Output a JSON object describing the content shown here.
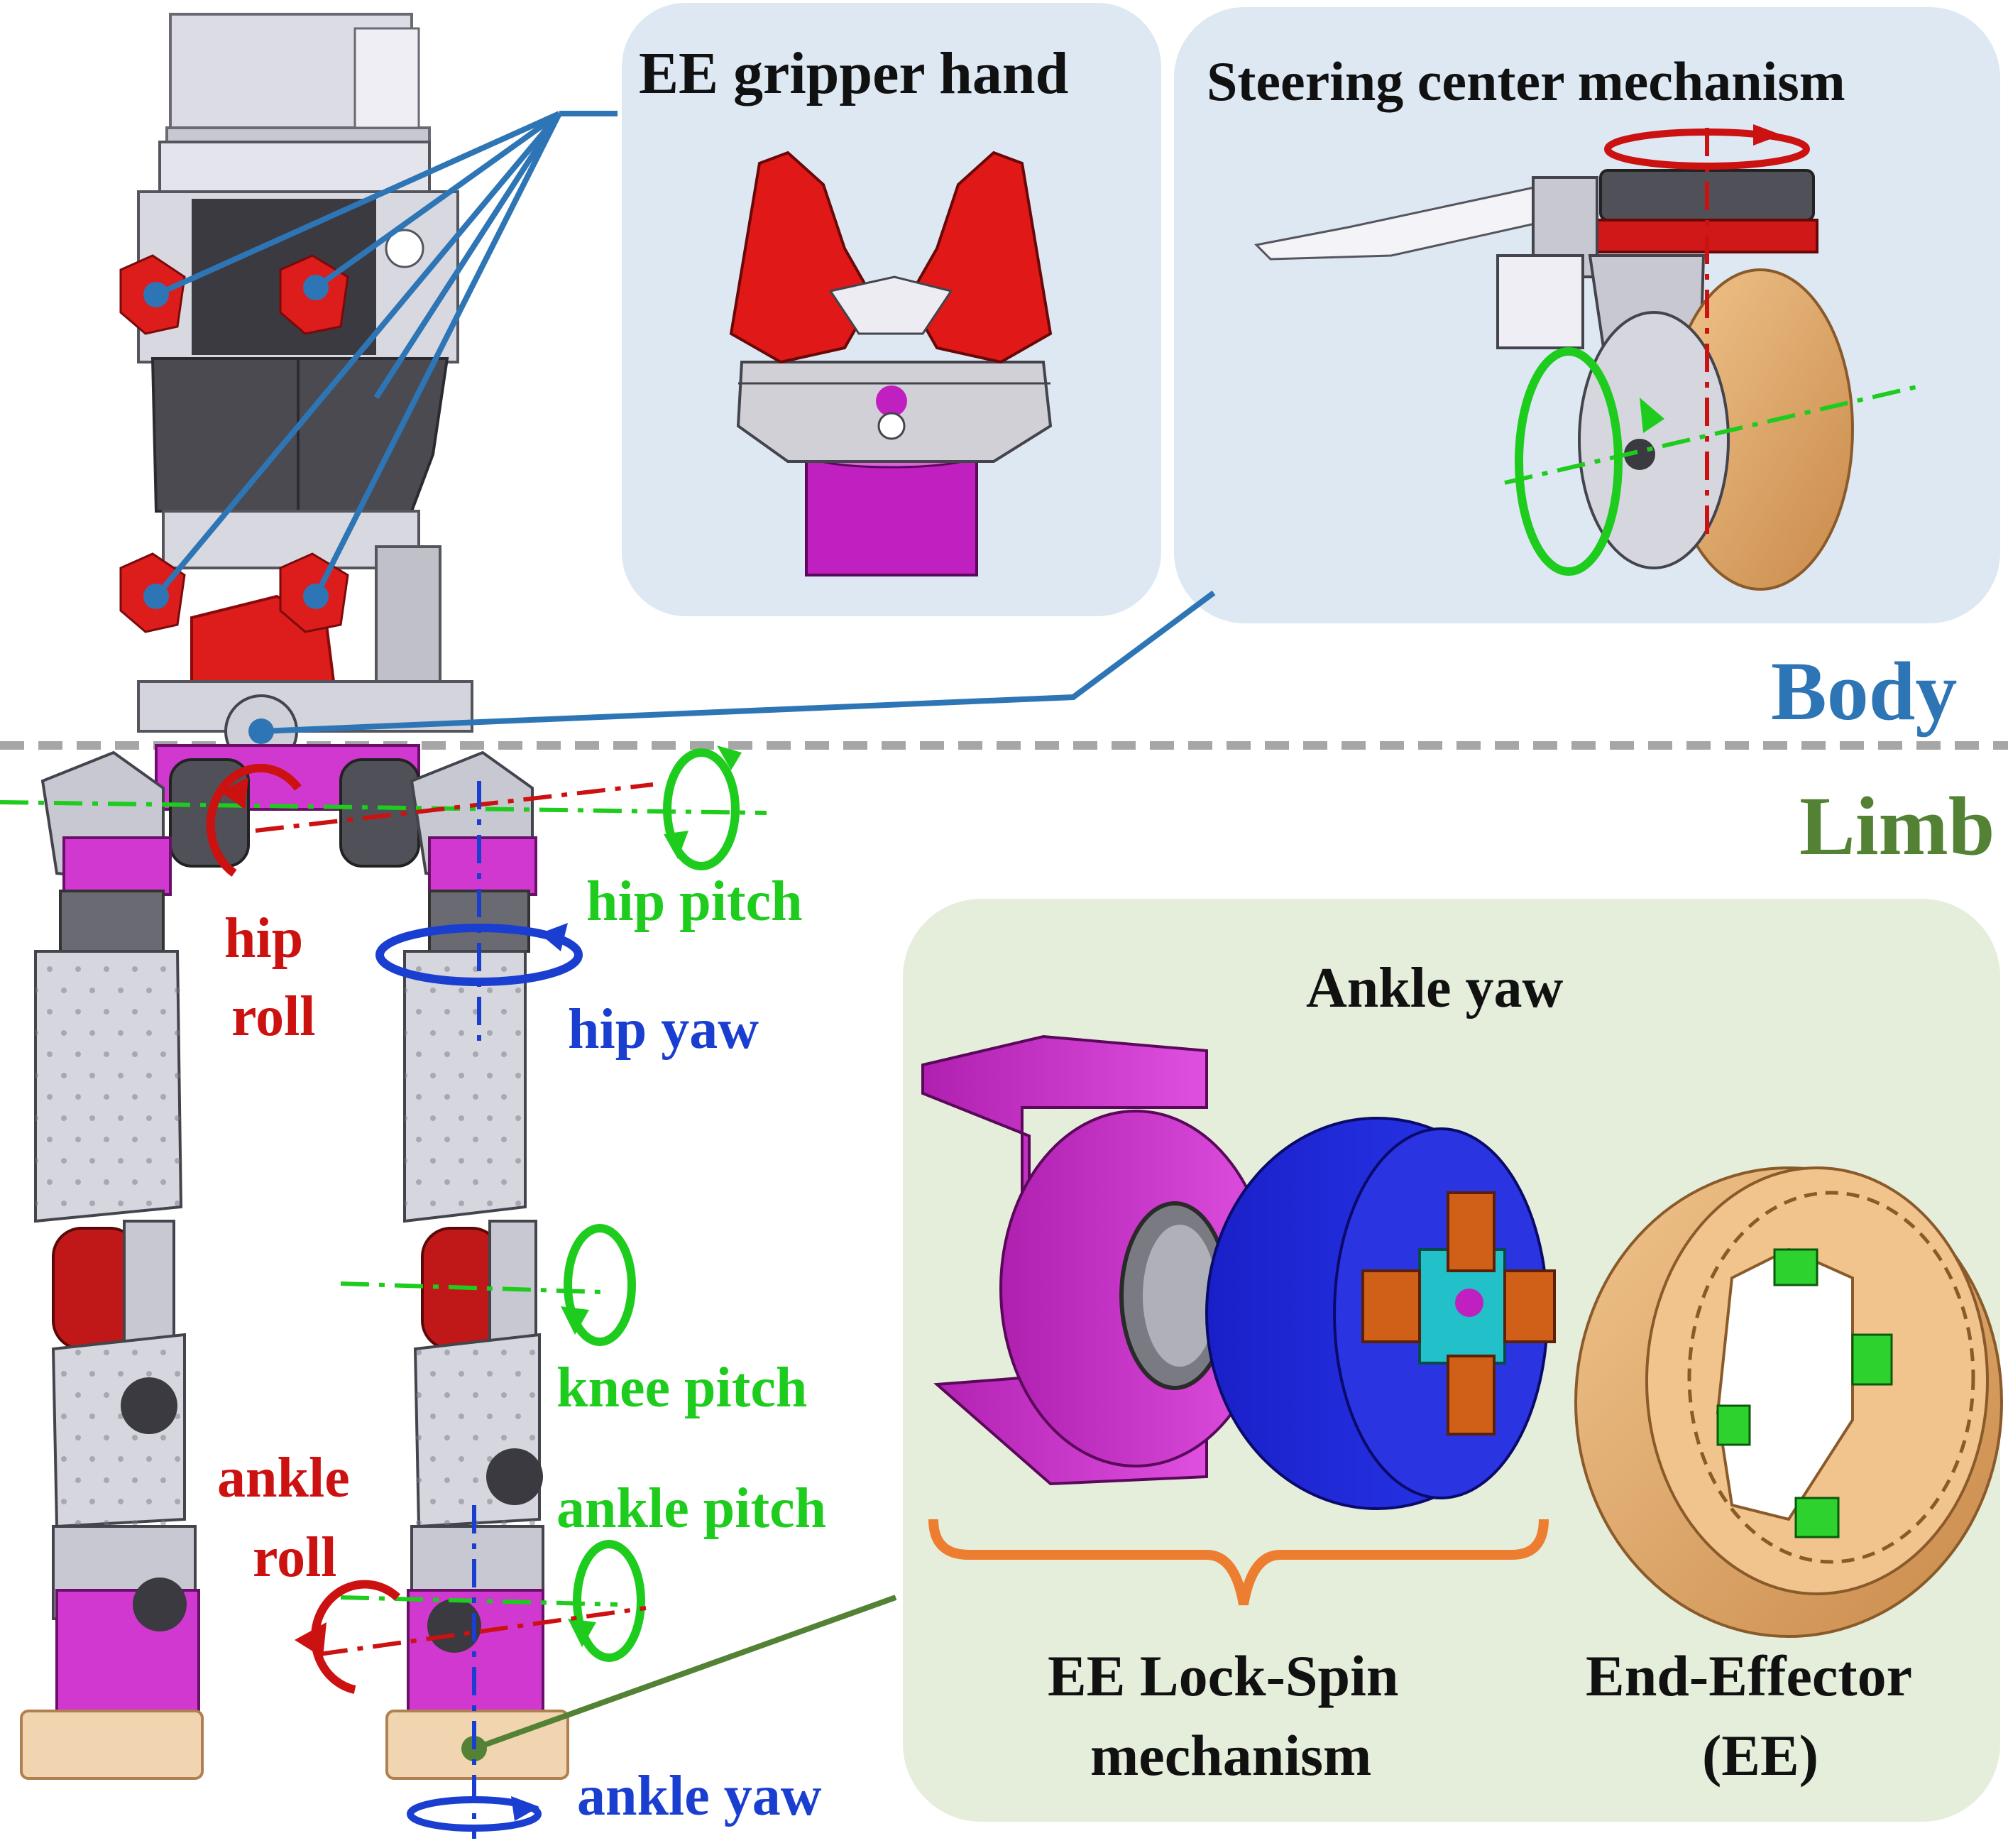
{
  "panels": {
    "gripper_title": "EE gripper hand",
    "steering_title": "Steering center mechanism",
    "ankle_title": "Ankle yaw",
    "lockspin_line1": "EE Lock-Spin",
    "lockspin_line2": "mechanism",
    "ee_line1": "End-Effector",
    "ee_line2": "(EE)"
  },
  "sections": {
    "body": "Body",
    "limb": "Limb"
  },
  "joints": {
    "hip_pitch": "hip pitch",
    "hip_roll_1": "hip",
    "hip_roll_2": "roll",
    "hip_yaw": "hip yaw",
    "knee_pitch": "knee pitch",
    "ankle_roll_1": "ankle",
    "ankle_roll_2": "roll",
    "ankle_pitch": "ankle pitch",
    "ankle_yaw": "ankle yaw"
  },
  "colors": {
    "body_blue": "#2e75b6",
    "limb_green": "#548235",
    "pitch_green": "#1ecc1e",
    "roll_red": "#cc1111",
    "yaw_blue": "#1a3fd0",
    "panel_blue": "#dde8f3",
    "panel_green": "#e4eedb",
    "magenta": "#c832c8",
    "orange_bracket": "#ed7d31",
    "wheel_tan": "#d9a066"
  }
}
